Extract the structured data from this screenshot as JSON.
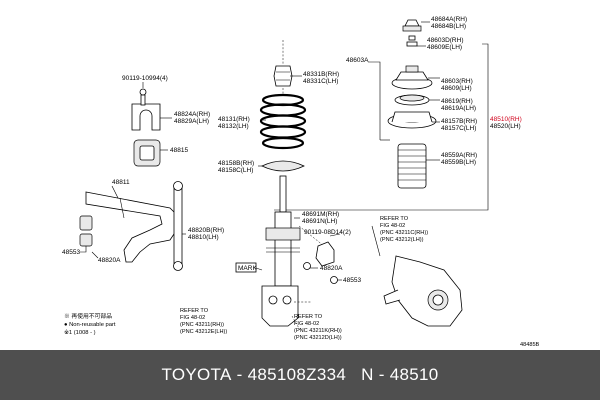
{
  "diagram": {
    "callouts": {
      "p48684": [
        "48684A(RH)",
        "48684B(LH)"
      ],
      "p48603": [
        "48603D(RH)",
        "48609E(LH)"
      ],
      "p48603A": "48603A",
      "p48609": [
        "48603(RH)",
        "48609(LH)"
      ],
      "p48619": [
        "48619(RH)",
        "48619A(LH)"
      ],
      "p48157": [
        "48157B(RH)",
        "48157C(LH)"
      ],
      "p48510": [
        "48510(RH)",
        "48520(LH)"
      ],
      "p48559": [
        "48559A(RH)",
        "48559B(LH)"
      ],
      "p48331": [
        "48331B(RH)",
        "48331C(LH)"
      ],
      "p48131": [
        "48131(RH)",
        "48132(LH)"
      ],
      "p48158": [
        "48158B(RH)",
        "48158C(LH)"
      ],
      "p90119_top": "90119-10994(4)",
      "p48824": [
        "48824A(RH)",
        "48829A(LH)"
      ],
      "p48815": "48815",
      "p48811": "48811",
      "p48820B": [
        "48820B(RH)",
        "48810(LH)"
      ],
      "p48553_left": "48553",
      "p48820A_left": "48820A",
      "p48691": [
        "48691M(RH)",
        "48691N(LH)"
      ],
      "p90119_mid": "90119-08D14(2)",
      "p48820A_mid": "48820A",
      "p48553_mid": "48553",
      "mark": "MARK"
    },
    "refs": {
      "ref_right_top": [
        "REFER TO",
        "FIG 48-02",
        "(PNC 43211C(RH))",
        "(PNC 43212(LH))"
      ],
      "ref_bottom_left": [
        "REFER TO",
        "FIG 48-02",
        "(PNC 43211(RH))",
        "(PNC 43212E(LH))"
      ],
      "ref_bottom_mid": [
        "REFER TO",
        "FIG 48-02",
        "(PNC 43211K(RH))",
        "(PNC 43212D(LH))"
      ]
    },
    "legend": [
      "※ 再使用不可部品",
      "● Non-reusable part",
      "※1 (1008 -       )"
    ],
    "figure_code": "48485B",
    "highlight_color": "#d0021b",
    "footer_bg": "#4f4f4f"
  },
  "footer": {
    "brand": "TOYOTA",
    "sep1": " - ",
    "part_number": "485108Z334",
    "sep2": "   N - ",
    "catalog_ref": "48510"
  }
}
